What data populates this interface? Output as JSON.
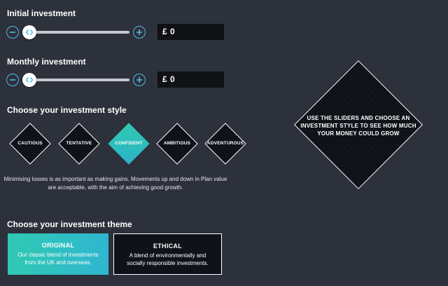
{
  "initial_investment": {
    "title": "Initial investment",
    "value": "£ 0",
    "minus_icon": "minus-icon",
    "plus_icon": "plus-icon",
    "thumb_icon": "slider-handle-icon",
    "slider_level": 0
  },
  "monthly_investment": {
    "title": "Monthly investment",
    "value": "£ 0",
    "minus_icon": "minus-icon",
    "plus_icon": "plus-icon",
    "thumb_icon": "slider-handle-icon",
    "slider_level": 0
  },
  "investment_style": {
    "title": "Choose your investment style",
    "options": [
      {
        "label": "CAUTIOUS",
        "selected": false
      },
      {
        "label": "TENTATIVE",
        "selected": false
      },
      {
        "label": "CONFIDENT",
        "selected": true
      },
      {
        "label": "AMBITIOUS",
        "selected": false
      },
      {
        "label": "ADVENTUROUS",
        "selected": false
      }
    ],
    "description": "Minimising losses is as important as making gains. Movements up and down in Plan value are acceptable, with the aim of achieving good growth."
  },
  "result_panel": {
    "message": "USE THE SLIDERS AND CHOOSE AN INVESTMENT STYLE TO SEE HOW MUCH YOUR MONEY COULD GROW"
  },
  "investment_theme": {
    "title": "Choose your investment theme",
    "options": [
      {
        "title": "ORIGINAL",
        "body": "Our classic blend of investments from the UK and overseas.",
        "selected": true
      },
      {
        "title": "ETHICAL",
        "body": "A blend of environmentally and socially responsible investments.",
        "selected": false
      }
    ]
  },
  "colors": {
    "background": "#2c313b",
    "accent_teal": "#30c9b0",
    "accent_blue": "#56b8e6",
    "dark_panel": "#0f1218"
  }
}
